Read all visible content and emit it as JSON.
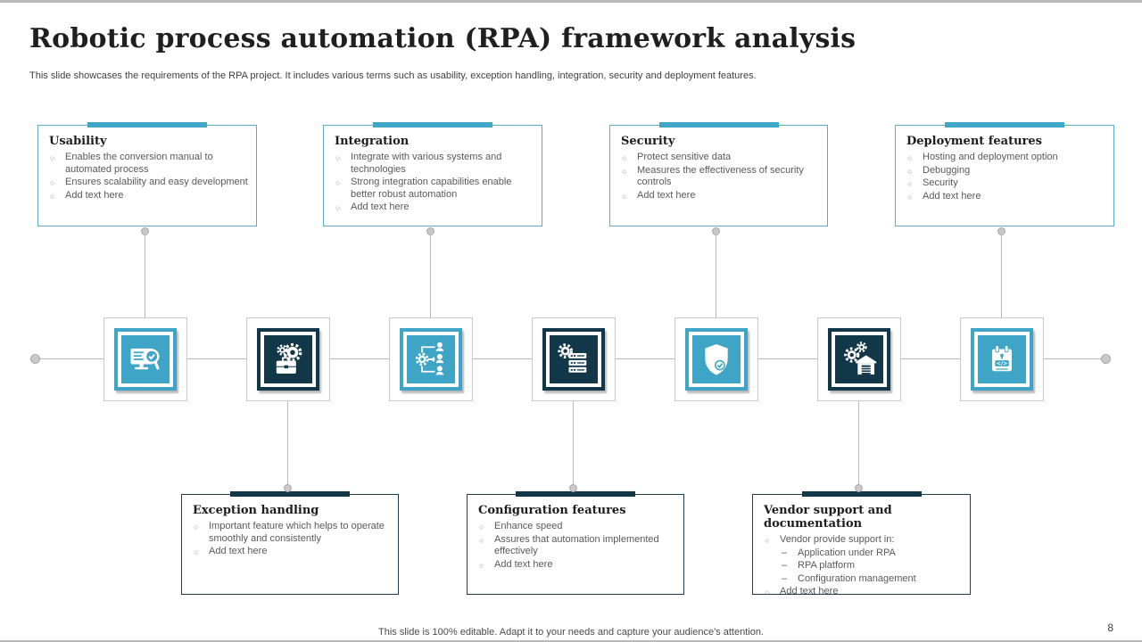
{
  "slide": {
    "title": "Robotic process automation (RPA) framework analysis",
    "subtitle": "This slide showcases the requirements of the RPA project. It includes various terms such as usability, exception handling, integration, security and deployment features.",
    "footer": "This slide is 100% editable. Adapt it to your needs and capture your audience's attention.",
    "page_number": "8"
  },
  "colors": {
    "teal_accent": "#3EA5C6",
    "navy_accent": "#123749",
    "top_card_border": "#58AECB",
    "bottom_card_border": "#1C3C4E",
    "body_text": "#595959",
    "timeline_line": "#B8B8B8"
  },
  "top_cards": [
    {
      "title": "Usability",
      "bullets": [
        "Enables the conversion manual to automated process",
        "Ensures scalability and easy development",
        "Add text here"
      ]
    },
    {
      "title": "Integration",
      "bullets": [
        "Integrate with various systems and technologies",
        "Strong integration capabilities enable better robust automation",
        "Add text here"
      ]
    },
    {
      "title": "Security",
      "bullets": [
        "Protect sensitive data",
        "Measures the effectiveness of security controls",
        "Add text here"
      ]
    },
    {
      "title": "Deployment features",
      "bullets": [
        "Hosting and deployment option",
        "Debugging",
        "Security",
        "Add text here"
      ]
    }
  ],
  "bottom_cards": [
    {
      "title": "Exception handling",
      "bullets": [
        "Important feature which helps to operate  smoothly and consistently",
        "Add text here"
      ]
    },
    {
      "title": "Configuration features",
      "bullets": [
        "Enhance speed",
        "Assures that automation implemented effectively",
        "Add text here"
      ]
    },
    {
      "title": "Vendor support and documentation",
      "bullets": [
        "Vendor provide support in:",
        "Add text here"
      ],
      "sub_bullets": [
        "Application under RPA",
        "RPA platform",
        "Configuration management"
      ]
    }
  ],
  "timeline": {
    "icons": [
      "monitor-magnifier-check-icon",
      "briefcase-gears-icon",
      "workflow-people-icon",
      "server-gear-icon",
      "shield-check-icon",
      "gears-warehouse-icon",
      "calendar-code-icon"
    ]
  }
}
